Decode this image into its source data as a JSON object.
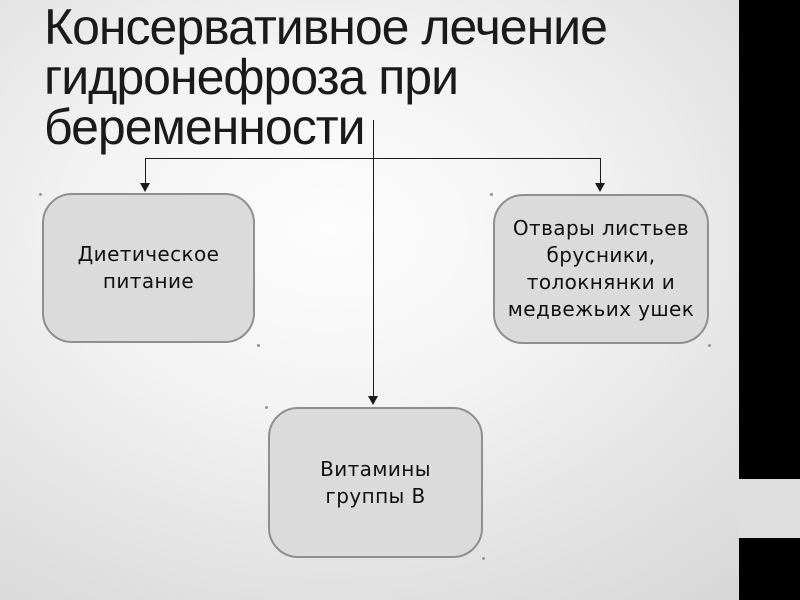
{
  "slide": {
    "title": "Консервативное лечение\nгидронефроза при\nбеременности"
  },
  "diagram": {
    "type": "flow-diagram",
    "boxes": [
      {
        "id": "diet",
        "label": "Диетическое\nпитание"
      },
      {
        "id": "decoctions",
        "label": "Отвары листьев\nбрусники,\nтолокнянки и\nмедвежьих ушек"
      },
      {
        "id": "vitamins",
        "label": "Витамины\nгруппы В"
      }
    ],
    "connections": [
      {
        "from": "title",
        "to": "diet"
      },
      {
        "from": "title",
        "to": "decoctions"
      },
      {
        "from": "title",
        "to": "vitamins"
      }
    ]
  },
  "colors": {
    "side_bar": "#000000",
    "side_strip": "#dedede",
    "slide_center": "#fdfdfd",
    "slide_edge": "#d3d3d3",
    "box_fill": "#dbdbdb",
    "box_border": "#8f8f8f",
    "connector": "#1a1a1a",
    "title_text": "#1a1a1a",
    "box_text": "#101010"
  }
}
